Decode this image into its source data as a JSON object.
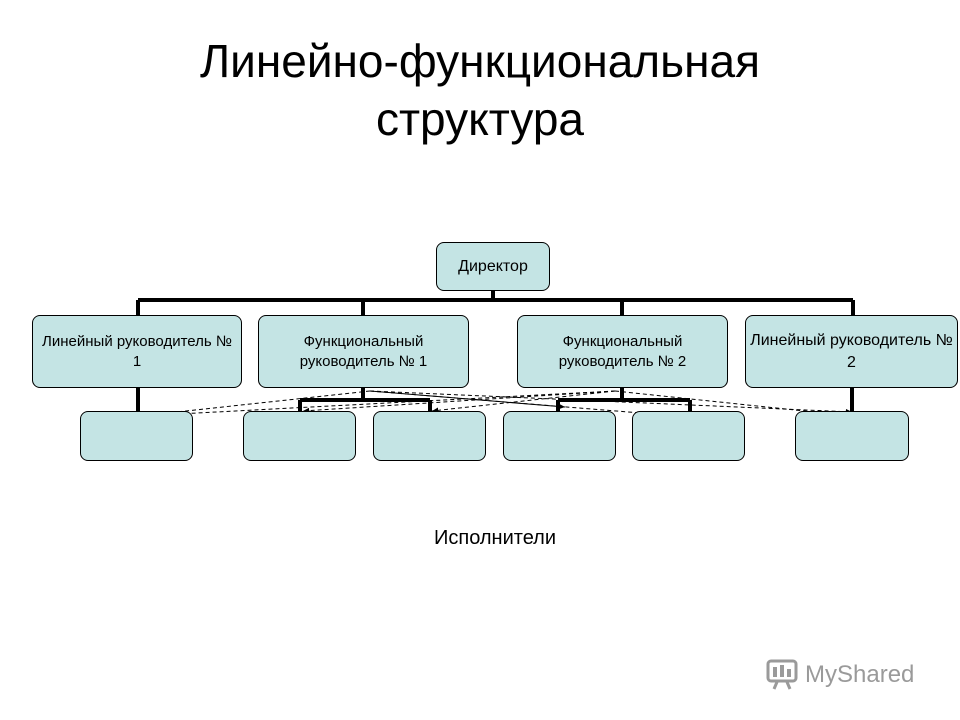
{
  "title": {
    "line1": "Линейно-функциональная",
    "line2": "структура"
  },
  "nodes": {
    "director": "Директор",
    "line_manager_1": "Линейный руководитель № 1",
    "functional_manager_1": "Функциональный руководитель № 1",
    "functional_manager_2": "Функциональный руководитель № 2",
    "line_manager_2": "Линейный руководитель № 2"
  },
  "executors_label": "Исполнители",
  "executor_count": 6,
  "watermark": {
    "text": "MyShared",
    "icon": "projector-screen-icon"
  },
  "colors": {
    "box_fill": "#c4e4e4",
    "line": "#000000",
    "watermark": "#9a9a9a"
  }
}
